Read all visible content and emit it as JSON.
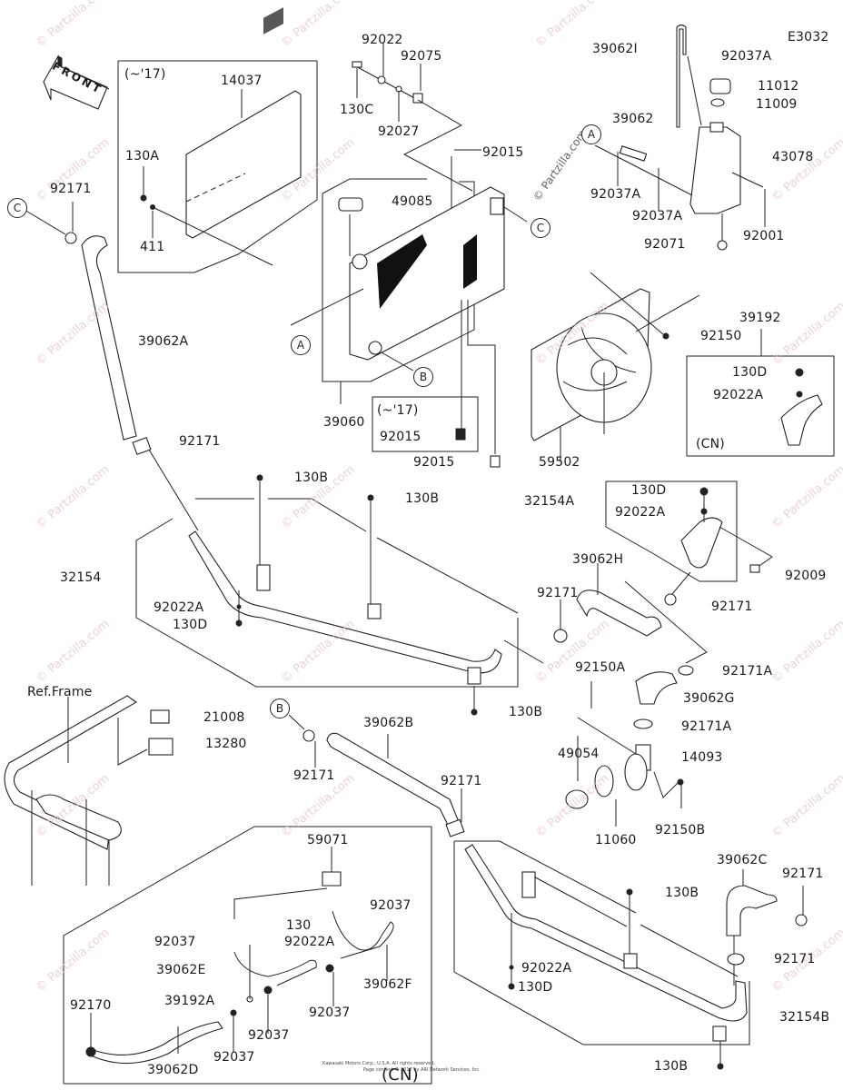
{
  "diagram": {
    "code": "E3032",
    "front_label": "FRONT",
    "ref_frame_label": "Ref.Frame",
    "variant_note_17": "(~'17)",
    "variant_note_cn": "(CN)",
    "reference_markers": [
      "A",
      "B",
      "C"
    ],
    "watermark": "© Partzilla.com",
    "footer_line1": "Kawasaki Motors Corp., U.S.A. All rights reserved.",
    "footer_line2": "Page content © 2017 by ARI Network Services, Inc."
  },
  "labels": {
    "p92022_top": "92022",
    "p92075": "92075",
    "p130C": "130C",
    "p92027": "92027",
    "p14037": "14037",
    "p130A": "130A",
    "p411": "411",
    "p92171_c": "92171",
    "p92015_top": "92015",
    "p49085": "49085",
    "p39062I": "39062I",
    "p92037A_1": "92037A",
    "p11012": "11012",
    "p11009": "11009",
    "p39062": "39062",
    "p43078": "43078",
    "p92037A_2": "92037A",
    "p92037A_3": "92037A",
    "p92001": "92001",
    "p92071": "92071",
    "p39062A": "39062A",
    "p92150": "92150",
    "p39192": "39192",
    "p130D_cn": "130D",
    "p92022A_cn": "92022A",
    "p39060": "39060",
    "p92015_17": "92015",
    "p92015_b": "92015",
    "p59502": "59502",
    "p92171_a": "92171",
    "p130B_1": "130B",
    "p130B_2": "130B",
    "p32154A": "32154A",
    "p130D_a": "130D",
    "p92022A_a": "92022A",
    "p32154": "32154",
    "p39062H": "39062H",
    "p92009": "92009",
    "p92171_h": "92171",
    "p92171_r": "92171",
    "p92022A_l": "92022A",
    "p130D_l": "130D",
    "p92171A_1": "92171A",
    "p92150A": "92150A",
    "p130B_3": "130B",
    "p39062G": "39062G",
    "p21008": "21008",
    "p39062B": "39062B",
    "p92171A_2": "92171A",
    "p13280": "13280",
    "p49054": "49054",
    "p14093": "14093",
    "p92171_b": "92171",
    "p92171_m": "92171",
    "p11060": "11060",
    "p92150B": "92150B",
    "p59071": "59071",
    "p39062C": "39062C",
    "p92171_c2": "92171",
    "p92037_1": "92037",
    "p130B_4": "130B",
    "p130_cn": "130",
    "p92037_2": "92037",
    "p92022A_cn2": "92022A",
    "p39062E": "39062E",
    "p39062F": "39062F",
    "p92171_c3": "92171",
    "p92170": "92170",
    "p39192A": "39192A",
    "p92037_3": "92037",
    "p92022A_b": "92022A",
    "p92037_4": "92037",
    "p130D_b": "130D",
    "p32154B": "32154B",
    "p39062D": "39062D",
    "p92037_5": "92037",
    "p130B_5": "130B"
  }
}
